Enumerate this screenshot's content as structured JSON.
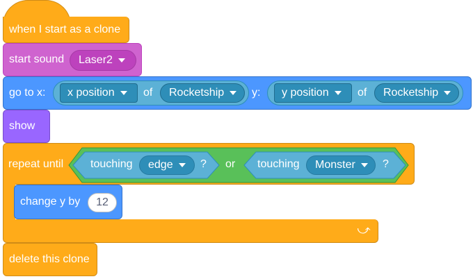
{
  "blocks": {
    "hat": {
      "label": "when I start as a clone"
    },
    "sound": {
      "label": "start sound",
      "menu": "Laser2"
    },
    "goto": {
      "label": "go to x:",
      "x_reporter": {
        "attr": "x position",
        "of": "of",
        "sprite": "Rocketship"
      },
      "y_label": "y:",
      "y_reporter": {
        "attr": "y position",
        "of": "of",
        "sprite": "Rocketship"
      }
    },
    "show": {
      "label": "show"
    },
    "repeat": {
      "label": "repeat until",
      "cond1": {
        "label": "touching",
        "menu": "edge",
        "q": "?"
      },
      "or": "or",
      "cond2": {
        "label": "touching",
        "menu": "Monster",
        "q": "?"
      }
    },
    "changey": {
      "label": "change y by",
      "value": "12"
    },
    "delete": {
      "label": "delete this clone"
    }
  },
  "colors": {
    "events": "#ffab19",
    "sound": "#cf63cf",
    "motion": "#4c97ff",
    "looks": "#9966ff",
    "control": "#ffab19",
    "sensing": "#5cb1d6",
    "operators": "#59c059"
  },
  "icons": {
    "loop_arrow": "loop-arrow-icon",
    "dropdown": "dropdown-caret-icon"
  }
}
